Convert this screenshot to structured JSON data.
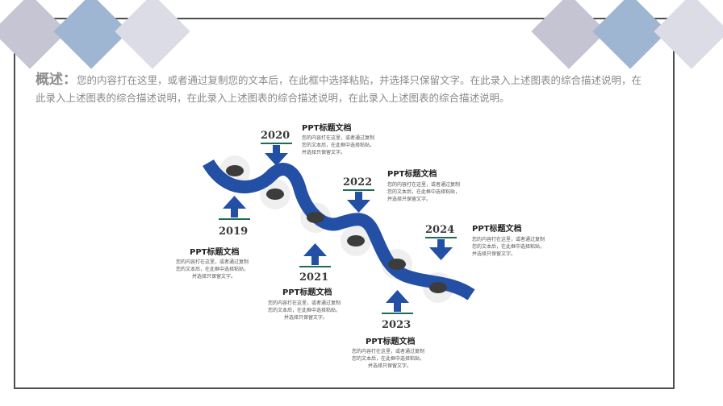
{
  "summary": {
    "lead": "概述：",
    "text": "您的内容打在这里，或者通过复制您的文本后，在此框中选择粘贴，并选择只保留文字。在此录入上述图表的综合描述说明，在此录入上述图表的综合描述说明，在此录入上述图表的综合描述说明，在此录入上述图表的综合描述说明。"
  },
  "colors": {
    "road": "#2350a5",
    "arrow": "#2350a5",
    "line": "#1f6b5a",
    "diamond_gray": "#c4c4d4",
    "diamond_blue": "#9fb6d3"
  },
  "milestones": [
    {
      "year": "2019",
      "title": "PPT标题文档",
      "lines": [
        "您的内容打在这里，或者通过复制",
        "您的文本后，在此框中选择粘贴，",
        "并选择只保留文字。"
      ]
    },
    {
      "year": "2020",
      "title": "PPT标题文档",
      "lines": [
        "您的内容打在这里，或者通过复制",
        "您的文本后，在此框中选择粘贴，",
        "并选择只保留文字。"
      ]
    },
    {
      "year": "2021",
      "title": "PPT标题文档",
      "lines": [
        "您的内容打在这里，或者通过复制",
        "您的文本后，在此框中选择粘贴，",
        "并选择只保留文字。"
      ]
    },
    {
      "year": "2022",
      "title": "PPT标题文档",
      "lines": [
        "您的内容打在这里，或者通过复制",
        "您的文本后，在此框中选择粘贴，",
        "并选择只保留文字。"
      ]
    },
    {
      "year": "2023",
      "title": "PPT标题文档",
      "lines": [
        "您的内容打在这里，或者通过复制",
        "您的文本后，在此框中选择粘贴，",
        "并选择只保留文字。"
      ]
    },
    {
      "year": "2024",
      "title": "PPT标题文档",
      "lines": [
        "您的内容打在这里，或者通过复制",
        "您的文本后，在此框中选择粘贴，",
        "并选择只保留文字。"
      ]
    }
  ]
}
